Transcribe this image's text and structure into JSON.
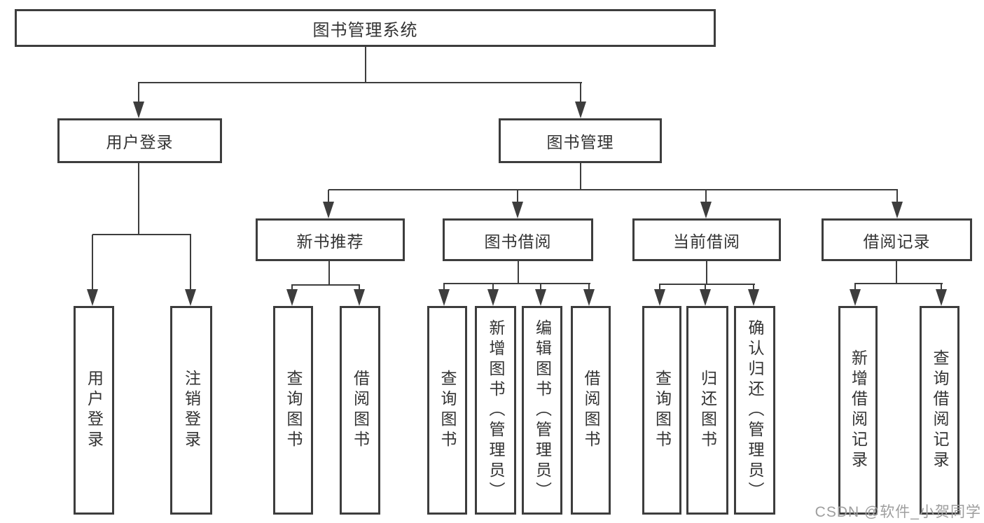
{
  "title": "图书管理系统",
  "colors": {
    "line": "#3d3d3d",
    "text": "#333333",
    "background": "#ffffff",
    "watermark": "#9e9e9e"
  },
  "watermark": {
    "text": "CSDN @软件_小贺同学"
  },
  "tree": {
    "label": "图书管理系统",
    "children": [
      {
        "label": "用户登录",
        "children": [
          {
            "label": "用户登录"
          },
          {
            "label": "注销登录"
          }
        ]
      },
      {
        "label": "图书管理",
        "children": [
          {
            "label": "新书推荐",
            "children": [
              {
                "label": "查询图书"
              },
              {
                "label": "借阅图书"
              }
            ]
          },
          {
            "label": "图书借阅",
            "children": [
              {
                "label": "查询图书"
              },
              {
                "label": "新增图书（管理员）"
              },
              {
                "label": "编辑图书（管理员）"
              },
              {
                "label": "借阅图书"
              }
            ]
          },
          {
            "label": "当前借阅",
            "children": [
              {
                "label": "查询图书"
              },
              {
                "label": "归还图书"
              },
              {
                "label": "确认归还（管理员）"
              }
            ]
          },
          {
            "label": "借阅记录",
            "children": [
              {
                "label": "新增借阅记录"
              },
              {
                "label": "查询借阅记录"
              }
            ]
          }
        ]
      }
    ]
  }
}
